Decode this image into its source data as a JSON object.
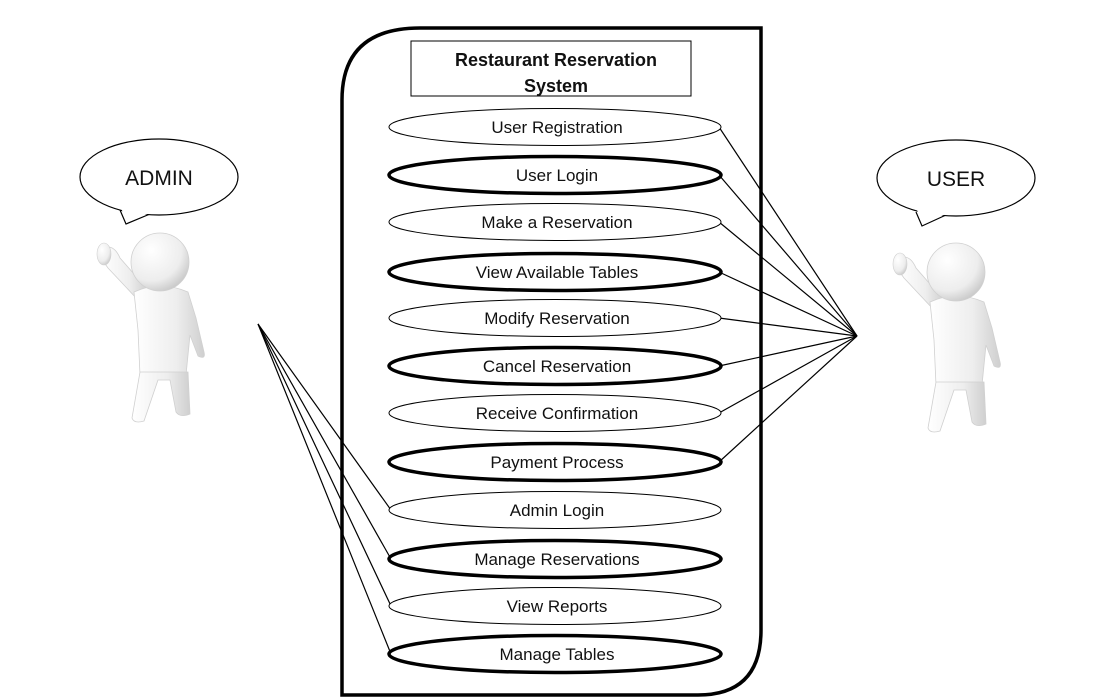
{
  "system": {
    "title_line1": "Restaurant Reservation",
    "title_line2": "System"
  },
  "actors": {
    "admin": {
      "label": "ADMIN"
    },
    "user": {
      "label": "USER"
    }
  },
  "use_cases": [
    {
      "id": "user-registration",
      "label": "User Registration",
      "actor": "user",
      "emphasis": false
    },
    {
      "id": "user-login",
      "label": "User Login",
      "actor": "user",
      "emphasis": true
    },
    {
      "id": "make-reservation",
      "label": "Make a Reservation",
      "actor": "user",
      "emphasis": false
    },
    {
      "id": "view-available-tables",
      "label": "View Available Tables",
      "actor": "user",
      "emphasis": true
    },
    {
      "id": "modify-reservation",
      "label": "Modify Reservation",
      "actor": "user",
      "emphasis": false
    },
    {
      "id": "cancel-reservation",
      "label": "Cancel Reservation",
      "actor": "user",
      "emphasis": true
    },
    {
      "id": "receive-confirmation",
      "label": "Receive Confirmation",
      "actor": "user",
      "emphasis": false
    },
    {
      "id": "payment-process",
      "label": "Payment Process",
      "actor": "user",
      "emphasis": true
    },
    {
      "id": "admin-login",
      "label": "Admin Login",
      "actor": "admin",
      "emphasis": false
    },
    {
      "id": "manage-reservations",
      "label": "Manage Reservations",
      "actor": "admin",
      "emphasis": true
    },
    {
      "id": "view-reports",
      "label": "View Reports",
      "actor": "admin",
      "emphasis": false
    },
    {
      "id": "manage-tables",
      "label": "Manage Tables",
      "actor": "admin",
      "emphasis": true
    }
  ]
}
